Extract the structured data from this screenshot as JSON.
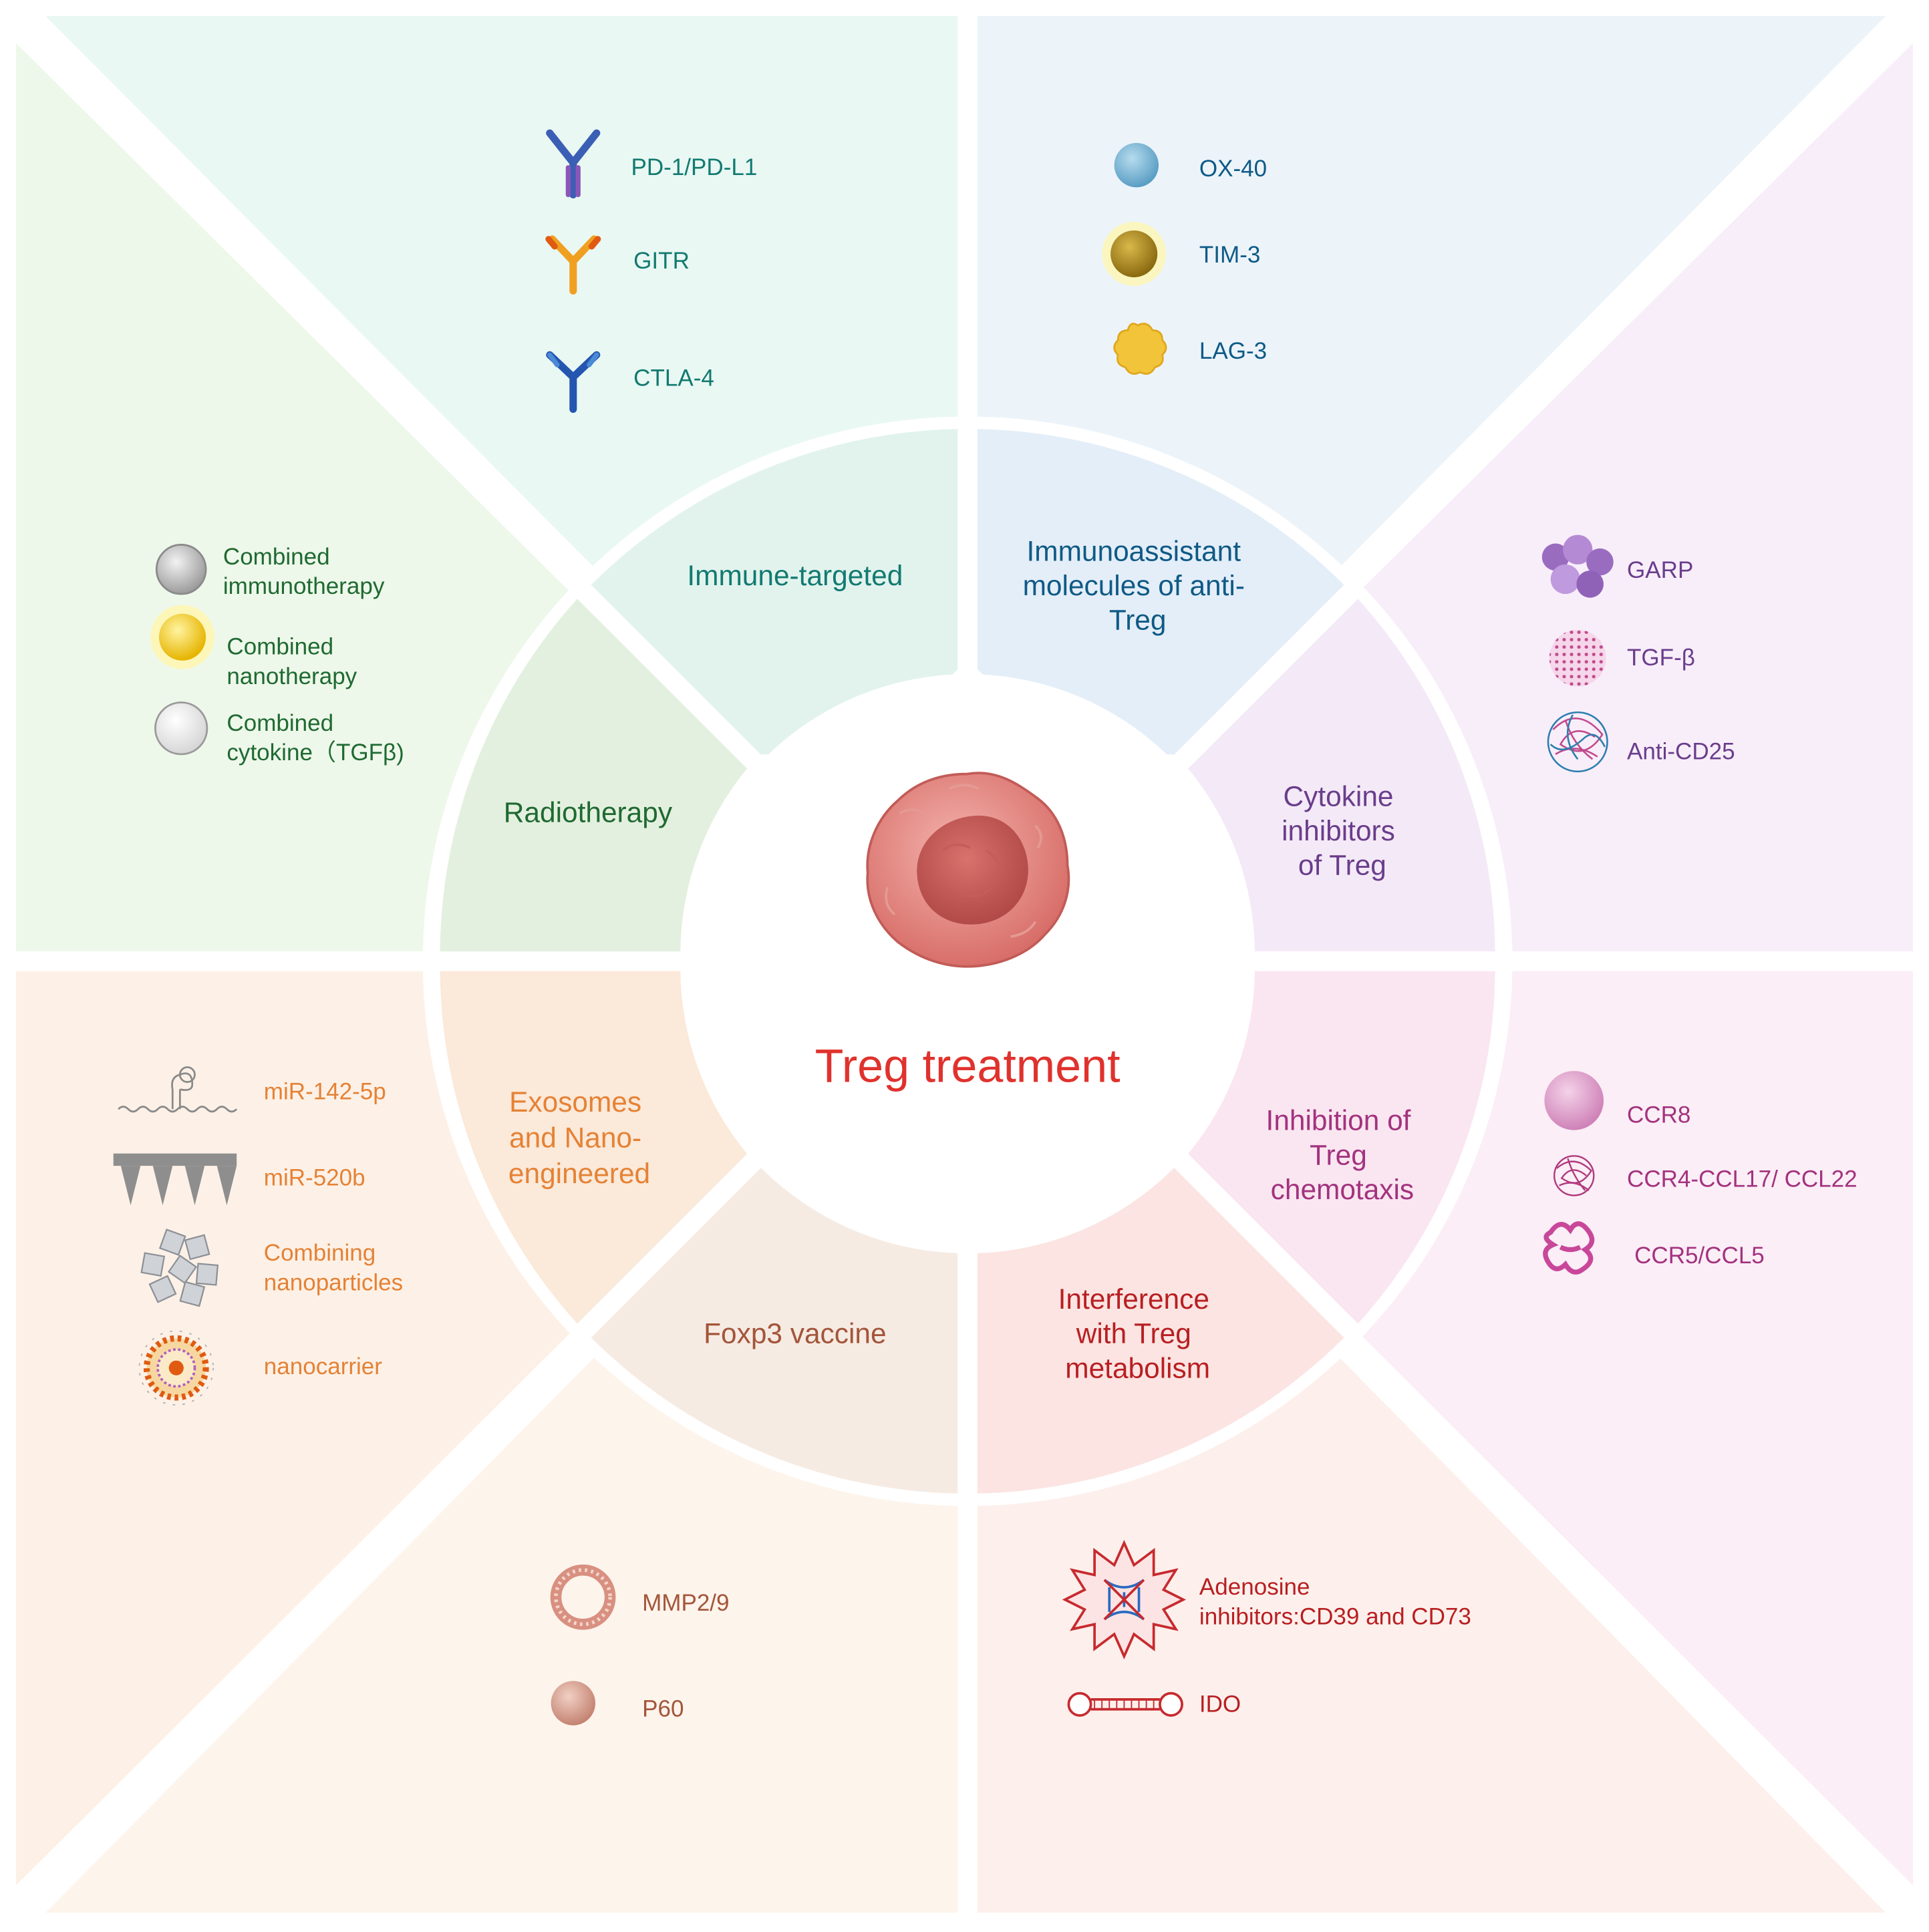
{
  "center": {
    "title": "Treg treatment"
  },
  "colors": {
    "immune": "#127a70",
    "assistant": "#0f5a86",
    "cytokine": "#6a3d8c",
    "chemotaxis": "#a3327f",
    "metabolism": "#b81f22",
    "foxp3": "#a3553a",
    "exosome": "#e58235",
    "radio": "#1f6a32",
    "title": "#e0322d"
  },
  "categories": {
    "immune": {
      "label": "Immune-targeted",
      "items": [
        "PD-1/PD-L1",
        "GITR",
        "CTLA-4"
      ],
      "icons": [
        "antibody-purple-icon",
        "antibody-orange-icon",
        "antibody-blue-icon"
      ]
    },
    "assistant": {
      "label": [
        "Immunoassistant",
        "molecules of anti-",
        "Treg"
      ],
      "items": [
        "OX-40",
        "TIM-3",
        "LAG-3"
      ],
      "icons": [
        "blue-sphere-icon",
        "gold-sphere-icon",
        "yellow-blob-icon"
      ]
    },
    "cytokine": {
      "label": [
        "Cytokine",
        "inhibitors",
        "of Treg"
      ],
      "items": [
        "GARP",
        "TGF-β",
        "Anti-CD25"
      ],
      "icons": [
        "protein-cluster-icon",
        "dotted-sphere-icon",
        "mesh-sphere-icon"
      ]
    },
    "chemotaxis": {
      "label": [
        "Inhibition of",
        "Treg",
        "chemotaxis"
      ],
      "items": [
        "CCR8",
        "CCR4-CCL17/ CCL22",
        "CCR5/CCL5"
      ],
      "icons": [
        "pink-sphere-icon",
        "tangled-sphere-icon",
        "coiled-chain-icon"
      ]
    },
    "metabolism": {
      "label": [
        "Interference",
        "with Treg",
        "metabolism"
      ],
      "items": [
        [
          "Adenosine",
          "inhibitors:CD39 and CD73"
        ],
        "IDO"
      ],
      "icons": [
        "spiky-cell-dna-icon",
        "dumbbell-rna-icon"
      ]
    },
    "foxp3": {
      "label": "Foxp3 vaccine",
      "items": [
        "MMP2/9",
        "P60"
      ],
      "icons": [
        "ring-icon",
        "brown-sphere-icon"
      ]
    },
    "exosome": {
      "label": [
        "Exosomes",
        "and Nano-",
        "engineered"
      ],
      "items": [
        "miR-142-5p",
        "miR-520b",
        [
          "Combining",
          "nanoparticles"
        ],
        "nanocarrier"
      ],
      "icons": [
        "rna-hairpin-icon",
        "microneedle-icon",
        "cube-cluster-icon",
        "nanocarrier-icon"
      ]
    },
    "radio": {
      "label": "Radiotherapy",
      "items": [
        [
          "Combined",
          "immunotherapy"
        ],
        [
          "Combined",
          "nanotherapy"
        ],
        [
          "Combined",
          "cytokine（TGFβ)"
        ]
      ],
      "icons": [
        "grey-sphere-icon",
        "yellow-sphere-icon",
        "white-sphere-icon"
      ]
    }
  }
}
